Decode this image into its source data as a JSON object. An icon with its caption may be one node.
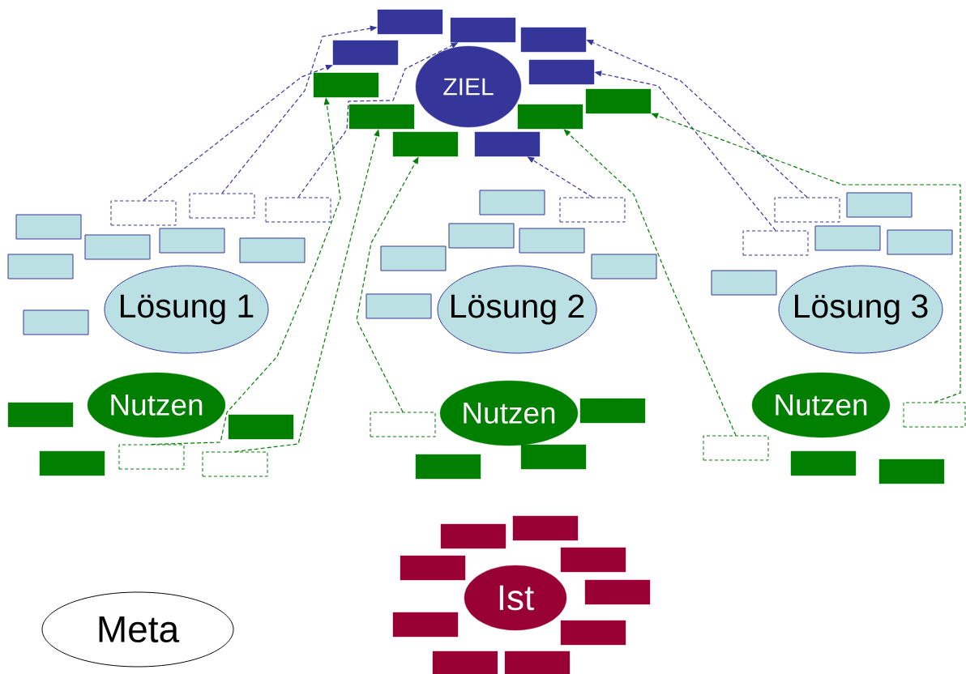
{
  "diagram": {
    "nodes": [
      {
        "text": [],
        "shape": "box"
      },
      {
        "text": [],
        "shape": "box"
      },
      {
        "text": [],
        "shape": "box"
      },
      {
        "text": [],
        "shape": "box"
      },
      {
        "text": [],
        "shape": "box"
      },
      {
        "text": [],
        "shape": "box"
      },
      {
        "text": [
          "ZIEL"
        ]
      },
      {
        "text": [],
        "shape": "box"
      },
      {
        "text": [],
        "shape": "box"
      },
      {
        "text": [],
        "shape": "box"
      },
      {
        "text": [],
        "shape": "box"
      },
      {
        "text": [],
        "shape": "box"
      },
      {
        "text": [],
        "shape": "box"
      },
      {
        "text": [],
        "shape": "box"
      },
      {
        "text": [],
        "shape": "box"
      },
      {
        "text": [],
        "shape": "box"
      },
      {
        "text": [],
        "shape": "box"
      },
      {
        "text": [],
        "shape": "box"
      },
      {
        "text": [],
        "shape": "box"
      },
      {
        "text": [],
        "shape": "box"
      },
      {
        "text": [],
        "shape": "box"
      },
      {
        "text": [],
        "shape": "box"
      },
      {
        "text": [],
        "shape": "box"
      },
      {
        "text": [],
        "shape": "box"
      },
      {
        "text": [],
        "shape": "box"
      },
      {
        "text": [],
        "shape": "box"
      },
      {
        "text": [],
        "shape": "box"
      },
      {
        "text": [],
        "shape": "box"
      },
      {
        "text": [],
        "shape": "box"
      },
      {
        "text": [],
        "shape": "box"
      },
      {
        "text": [],
        "shape": "box"
      },
      {
        "text": [],
        "shape": "box"
      },
      {
        "text": [],
        "shape": "box"
      },
      {
        "text": [],
        "shape": "box"
      },
      {
        "text": [
          "Lösung 1"
        ]
      },
      {
        "text": [
          "Lösung 2"
        ]
      },
      {
        "text": [
          "Lösung 3"
        ]
      },
      {
        "text": [],
        "shape": "box"
      },
      {
        "text": [],
        "shape": "box"
      },
      {
        "text": [],
        "shape": "box"
      },
      {
        "text": [
          "Nutzen"
        ]
      },
      {
        "text": [
          "Nutzen"
        ]
      },
      {
        "text": [],
        "shape": "box"
      },
      {
        "text": [
          "Nutzen"
        ]
      },
      {
        "text": [],
        "shape": "box"
      },
      {
        "text": [],
        "shape": "box"
      },
      {
        "text": [],
        "shape": "box"
      },
      {
        "text": [],
        "shape": "box"
      },
      {
        "text": [],
        "shape": "box"
      },
      {
        "text": [],
        "shape": "box"
      },
      {
        "text": [],
        "shape": "box"
      },
      {
        "text": [],
        "shape": "box"
      },
      {
        "text": [],
        "shape": "box"
      },
      {
        "text": [],
        "shape": "box"
      },
      {
        "text": [],
        "shape": "box"
      },
      {
        "text": [],
        "shape": "box"
      },
      {
        "text": [],
        "shape": "box"
      },
      {
        "text": [],
        "shape": "box"
      },
      {
        "text": [
          "Ist"
        ]
      },
      {
        "text": [],
        "shape": "box"
      },
      {
        "text": [],
        "shape": "box"
      },
      {
        "text": [
          "Meta"
        ]
      },
      {
        "text": [],
        "shape": "box"
      },
      {
        "text": [],
        "shape": "box"
      }
    ],
    "edges": [
      {
        "from": 18,
        "to": 3,
        "arrow": "to",
        "style": "dashed"
      },
      {
        "from": 13,
        "to": 0,
        "arrow": "to",
        "style": "dashed"
      },
      {
        "from": 14,
        "to": 1,
        "arrow": "to",
        "style": "dashed"
      },
      {
        "from": 15,
        "to": 11,
        "arrow": "to",
        "style": "dashed"
      },
      {
        "from": 16,
        "to": 2,
        "arrow": "to",
        "style": "dashed"
      },
      {
        "from": 25,
        "to": 4,
        "arrow": "to",
        "style": "dashed"
      },
      {
        "from": 46,
        "to": 5,
        "arrow": "to",
        "style": "dashed",
        "color": "#007f00"
      },
      {
        "from": 50,
        "to": 8,
        "arrow": "to",
        "style": "dashed",
        "color": "#007f00"
      },
      {
        "from": 42,
        "to": 10,
        "arrow": "to",
        "style": "dashed",
        "color": "#007f00"
      },
      {
        "from": 45,
        "to": 9,
        "arrow": "to",
        "style": "dashed",
        "color": "#007f00"
      },
      {
        "from": 39,
        "to": 7,
        "arrow": "to",
        "style": "dashed",
        "color": "#007f00"
      }
    ]
  }
}
